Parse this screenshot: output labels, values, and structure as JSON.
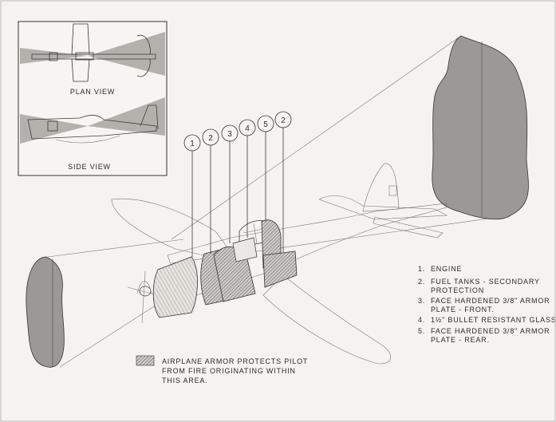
{
  "inset": {
    "plan_view_label": "PLAN VIEW",
    "side_view_label": "SIDE VIEW"
  },
  "callouts": [
    "1",
    "2",
    "3",
    "4",
    "5",
    "2"
  ],
  "legend_items": [
    {
      "num": "1.",
      "text": [
        "ENGINE"
      ]
    },
    {
      "num": "2.",
      "text": [
        "FUEL TANKS - SECONDARY",
        "PROTECTION"
      ]
    },
    {
      "num": "3.",
      "text": [
        "FACE HARDENED 3/8\" ARMOR",
        "PLATE - FRONT."
      ]
    },
    {
      "num": "4.",
      "text": [
        "1½\" BULLET RESISTANT GLASS"
      ]
    },
    {
      "num": "5.",
      "text": [
        "FACE HARDENED 3/8\" ARMOR",
        "PLATE - REAR."
      ]
    }
  ],
  "area_note": [
    "AIRPLANE ARMOR PROTECTS PILOT",
    "FROM FIRE ORIGINATING WITHIN",
    "THIS AREA."
  ],
  "colors": {
    "hatch": "#9a9a9a",
    "line": "#3a3a3a",
    "paper": "#f4f3ef"
  }
}
